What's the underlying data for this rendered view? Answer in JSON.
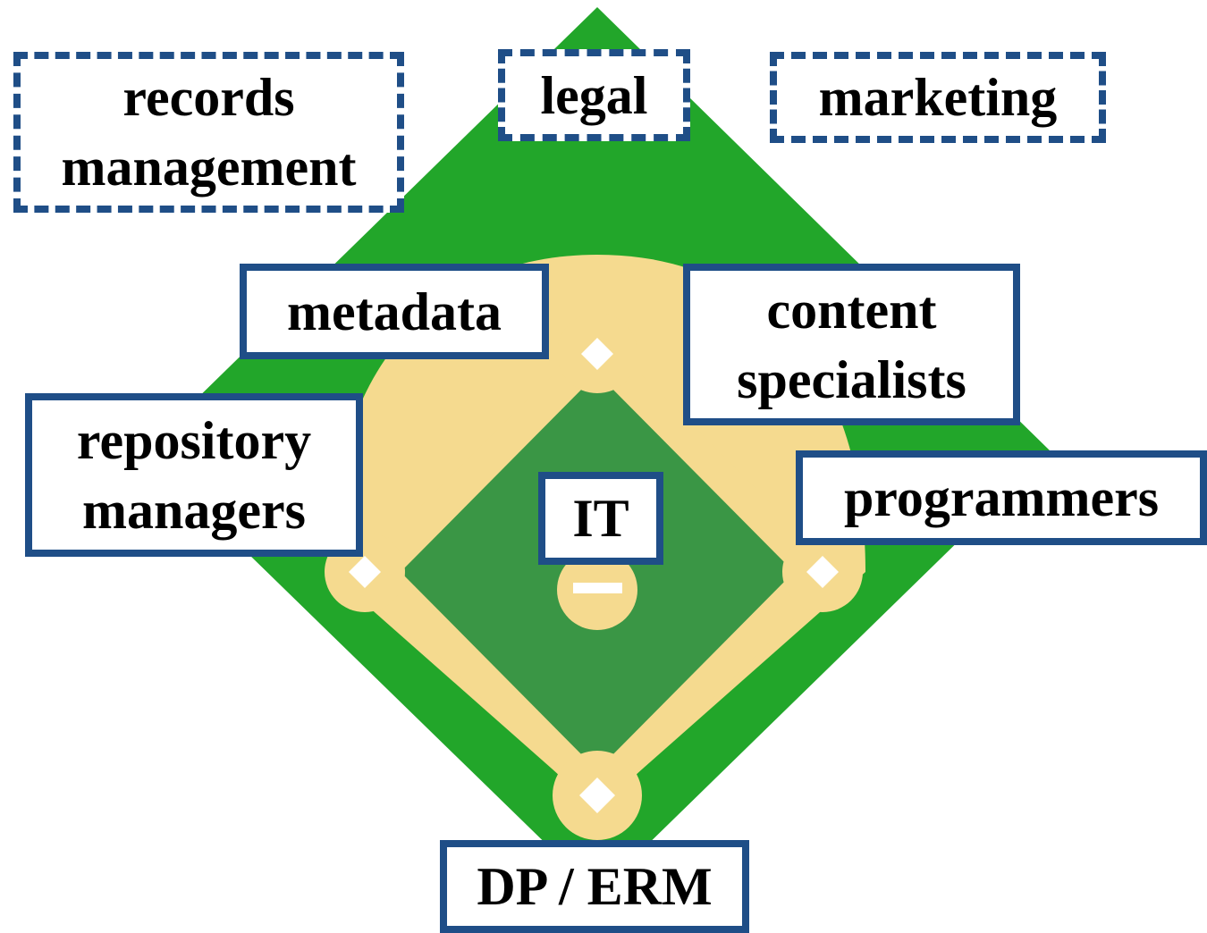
{
  "colors": {
    "outfield": "#22a62a",
    "infield_grass": "#3a9645",
    "dirt": "#f5da8f",
    "base": "#ffffff",
    "border": "#1f4e87"
  },
  "labels": {
    "records_management": "records\nmanagement",
    "legal": "legal",
    "marketing": "marketing",
    "metadata": "metadata",
    "content_specialists": "content\nspecialists",
    "repository_managers": "repository\nmanagers",
    "it": "IT",
    "programmers": "programmers",
    "dp_erm": "DP / ERM"
  }
}
